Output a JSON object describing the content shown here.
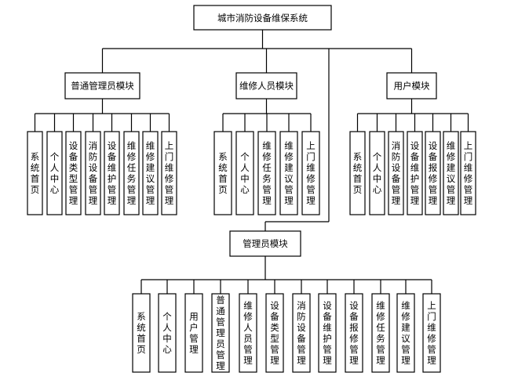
{
  "root": {
    "label": "城市消防设备维保系统"
  },
  "modules": [
    {
      "label": "普通管理员模块",
      "items": [
        "系统首页",
        "个人中心",
        "设备类型管理",
        "消防设备管理",
        "设备维护管理",
        "维修任务管理",
        "维修建议管理",
        "上门维修管理"
      ]
    },
    {
      "label": "维修人员模块",
      "items": [
        "系统首页",
        "个人中心",
        "维修任务管理",
        "维修建议管理",
        "上门维修管理"
      ]
    },
    {
      "label": "用户模块",
      "items": [
        "系统首页",
        "个人中心",
        "消防设备管理",
        "设备维护管理",
        "设备报修管理",
        "维修建议管理",
        "上门维修管理"
      ]
    },
    {
      "label": "管理员模块",
      "items": [
        "系统首页",
        "个人中心",
        "用户管理",
        "普通管理员管理",
        "维修人员管理",
        "设备类型管理",
        "消防设备管理",
        "设备维护管理",
        "设备报修管理",
        "维修任务管理",
        "维修建议管理",
        "上门维修管理"
      ]
    }
  ]
}
